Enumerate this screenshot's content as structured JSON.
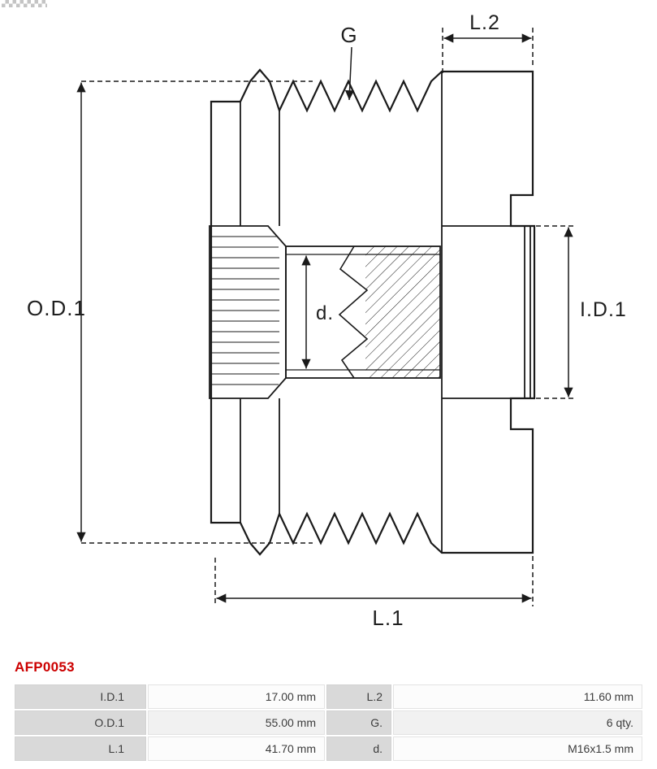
{
  "header": {
    "logo": "as-pl-checkered-logo-fragment"
  },
  "diagram": {
    "labels": {
      "g": "G",
      "l2": "L.2",
      "od1": "O.D.1",
      "id1": "I.D.1",
      "d": "d.",
      "l1": "L.1"
    }
  },
  "part": {
    "number": "AFP0053"
  },
  "colors": {
    "part_number": "#cc0000",
    "table_label_bg": "#d9d9d9",
    "drawing_line": "#1a1a1a"
  },
  "table": {
    "rows": [
      {
        "c0": "I.D.1",
        "c1": "17.00 mm",
        "c2": "L.2",
        "c3": "11.60 mm"
      },
      {
        "c0": "O.D.1",
        "c1": "55.00 mm",
        "c2": "G.",
        "c3": "6 qty."
      },
      {
        "c0": "L.1",
        "c1": "41.70 mm",
        "c2": "d.",
        "c3": "M16x1.5 mm"
      }
    ]
  }
}
